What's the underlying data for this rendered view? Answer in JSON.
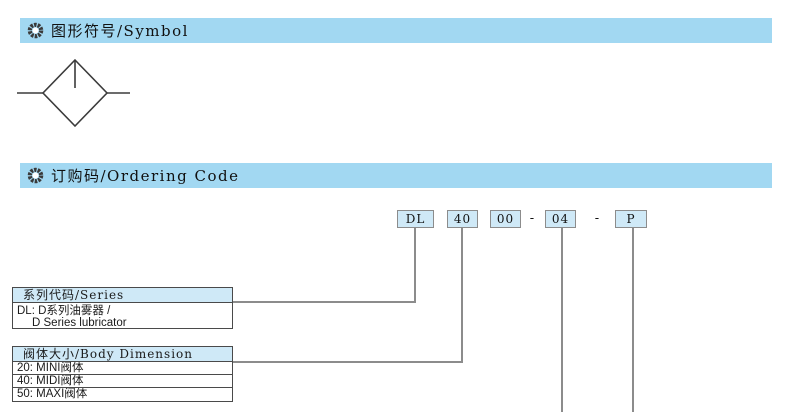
{
  "sections": {
    "symbol": {
      "title": "图形符号/Symbol"
    },
    "ordering": {
      "title": "订购码/Ordering Code"
    }
  },
  "ordering_code": {
    "boxes": [
      "DL",
      "40",
      "00",
      "04",
      "P"
    ],
    "separators": [
      "-",
      "-"
    ]
  },
  "series_table": {
    "header": "系列代码/Series",
    "row_line1": "DL: D系列油雾器 /",
    "row_line2": "D Series lubricator"
  },
  "body_table": {
    "header": "阀体大小/Body Dimension",
    "rows": [
      "20: MINI阀体",
      "40: MIDI阀体",
      "50: MAXI阀体"
    ]
  },
  "colors": {
    "section_bar_blue": "#a2d8f2",
    "code_box_blue": "#cfe9f7",
    "table_header_blue": "#cfe9f7",
    "connector_gray": "#8c8c8c",
    "table_border": "#4a4a4a"
  },
  "icons": {
    "section_marker": "gear-icon"
  }
}
